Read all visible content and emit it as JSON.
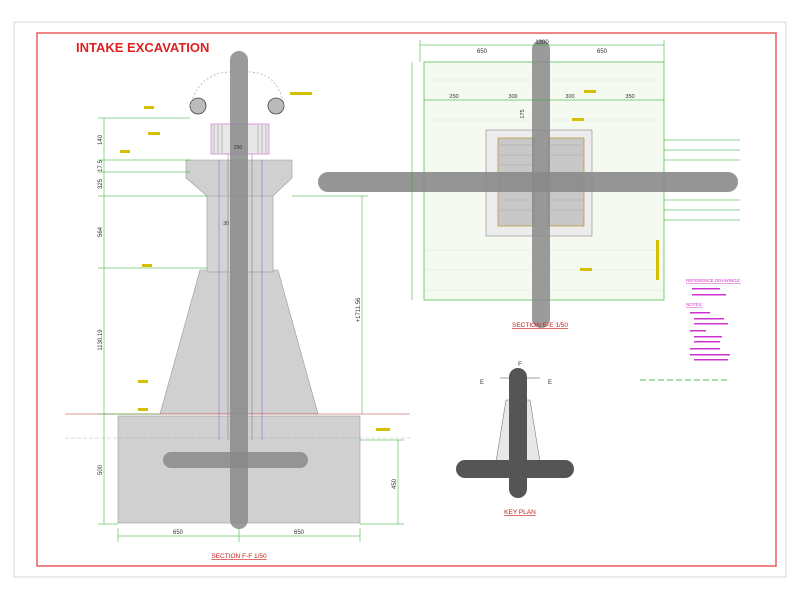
{
  "title": "INTAKE EXCAVATION",
  "section_ff": {
    "label": "SECTION F-F  1/50",
    "dims_left": [
      "140",
      "17.5",
      "325",
      "564",
      "1130.19",
      "500"
    ],
    "dims_top": [
      "250",
      "30"
    ],
    "dim_right_total": "+1711.56",
    "dim_right_lower": "450",
    "dims_bottom": [
      "650",
      "650"
    ]
  },
  "section_ee": {
    "label": "SECTION E-E  1/50",
    "dims_top_total": "1300",
    "dims_top_halves": [
      "650",
      "650"
    ],
    "dims_mid": [
      "250",
      "300",
      "300",
      "350"
    ],
    "dim_vert_small": "175"
  },
  "key_plan": {
    "label": "KEY PLAN",
    "marker_left": "E",
    "marker_right": "E",
    "marker_top": "F"
  },
  "notes": {
    "reference_title": "REFERENCE DRAWINGS:",
    "notes_title": "NOTES:"
  },
  "colors": {
    "border": "#e85050",
    "title": "#e02020",
    "concrete": "#c8c8c8",
    "dim": "#22aa22",
    "annotation": "#d4c000",
    "magenta": "#cc33cc",
    "sleeve": "#8a8a8a"
  }
}
